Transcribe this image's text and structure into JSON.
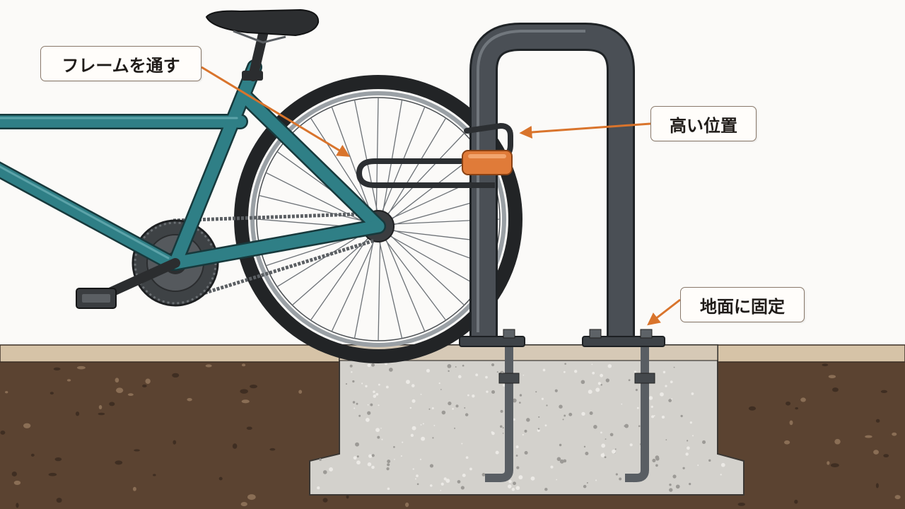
{
  "labels": {
    "frame": "フレームを通す",
    "high_position": "高い位置",
    "ground_fix": "地面に固定"
  },
  "colors": {
    "frame_teal": "#2f7f86",
    "rack_dark": "#4a4f55",
    "lock_orange": "#e07b39",
    "arrow_orange": "#d9742c",
    "soil": "#5b4331",
    "concrete": "#d3d1cc",
    "pavement": "#d6c3a7",
    "background": "#fbfaf8"
  }
}
